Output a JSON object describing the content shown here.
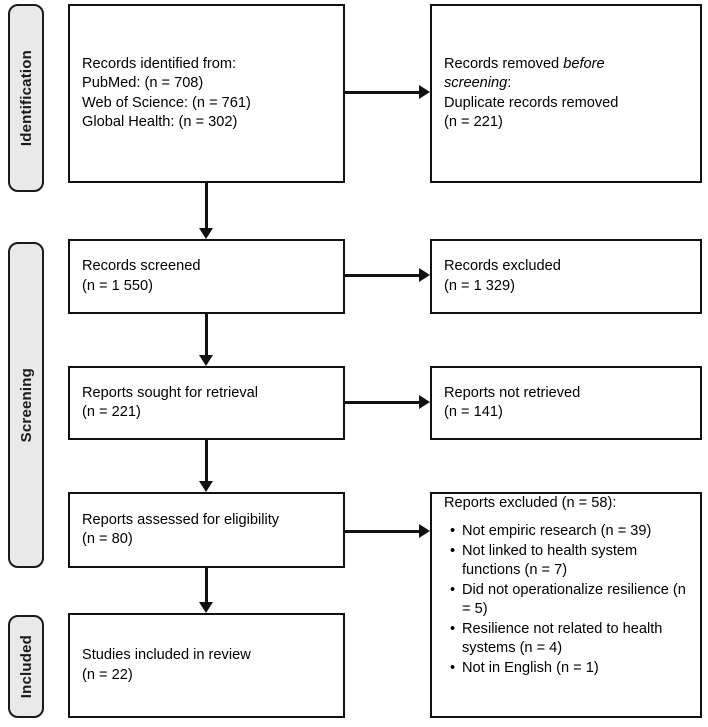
{
  "diagram": {
    "type": "prisma-flow-diagram",
    "title": "",
    "colors": {
      "pill_fill": "#e9e9e9",
      "pill_border": "#1a1a1a",
      "box_border": "#111111",
      "box_fill": "#ffffff",
      "text": "#000000",
      "connector": "#111111"
    }
  },
  "stages": [
    {
      "id": "identification",
      "label": "Identification"
    },
    {
      "id": "screening",
      "label": "Screening"
    },
    {
      "id": "included",
      "label": "Included"
    }
  ],
  "boxes": {
    "records_identified": {
      "name": "records-identified-box",
      "lines": [
        "Records identified from:",
        "PubMed: (n = 708)",
        "Web of Science: (n = 761)",
        "Global Health: (n = 302)"
      ],
      "text": "Records identified from:\nPubMed: (n = 708)\nWeb of Science: (n = 761)\nGlobal Health: (n = 302)",
      "sources": [
        {
          "label": "PubMed",
          "n": 708
        },
        {
          "label": "Web of Science",
          "n": 761
        },
        {
          "label": "Global Health",
          "n": 302
        }
      ]
    },
    "records_removed": {
      "name": "records-removed-box",
      "line1_prefix": "Records removed ",
      "line1_italic": "before",
      "line2_italic": "screening",
      "line2_suffix": ":",
      "line3": "Duplicate records removed",
      "line4": "(n = 221)",
      "n": 221
    },
    "records_screened": {
      "name": "records-screened-box",
      "text": "Records screened\n(n = 1 550)",
      "n": 1550
    },
    "records_excluded": {
      "name": "records-excluded-box",
      "text": "Records excluded\n(n = 1 329)",
      "n": 1329
    },
    "reports_sought": {
      "name": "reports-sought-box",
      "text": "Reports sought for retrieval\n(n = 221)",
      "n": 221
    },
    "reports_not_retrieved": {
      "name": "reports-not-retrieved-box",
      "text": "Reports not retrieved\n(n = 141)",
      "n": 141
    },
    "reports_assessed": {
      "name": "reports-assessed-box",
      "text": "Reports assessed for eligibility\n(n = 80)",
      "n": 80
    },
    "reports_excluded": {
      "name": "reports-excluded-box",
      "title": "Reports excluded (n = 58):",
      "n": 58,
      "reasons": [
        {
          "label": "Not empiric research (n = 39)",
          "n": 39
        },
        {
          "label": "Not linked to health system functions (n = 7)",
          "n": 7
        },
        {
          "label": "Did not operationalize resilience (n = 5)",
          "n": 5
        },
        {
          "label": "Resilience not related to health systems (n = 4)",
          "n": 4
        },
        {
          "label": "Not in English (n = 1)",
          "n": 1
        }
      ]
    },
    "studies_included": {
      "name": "studies-included-box",
      "text": "Studies included in review\n(n = 22)",
      "n": 22
    }
  }
}
